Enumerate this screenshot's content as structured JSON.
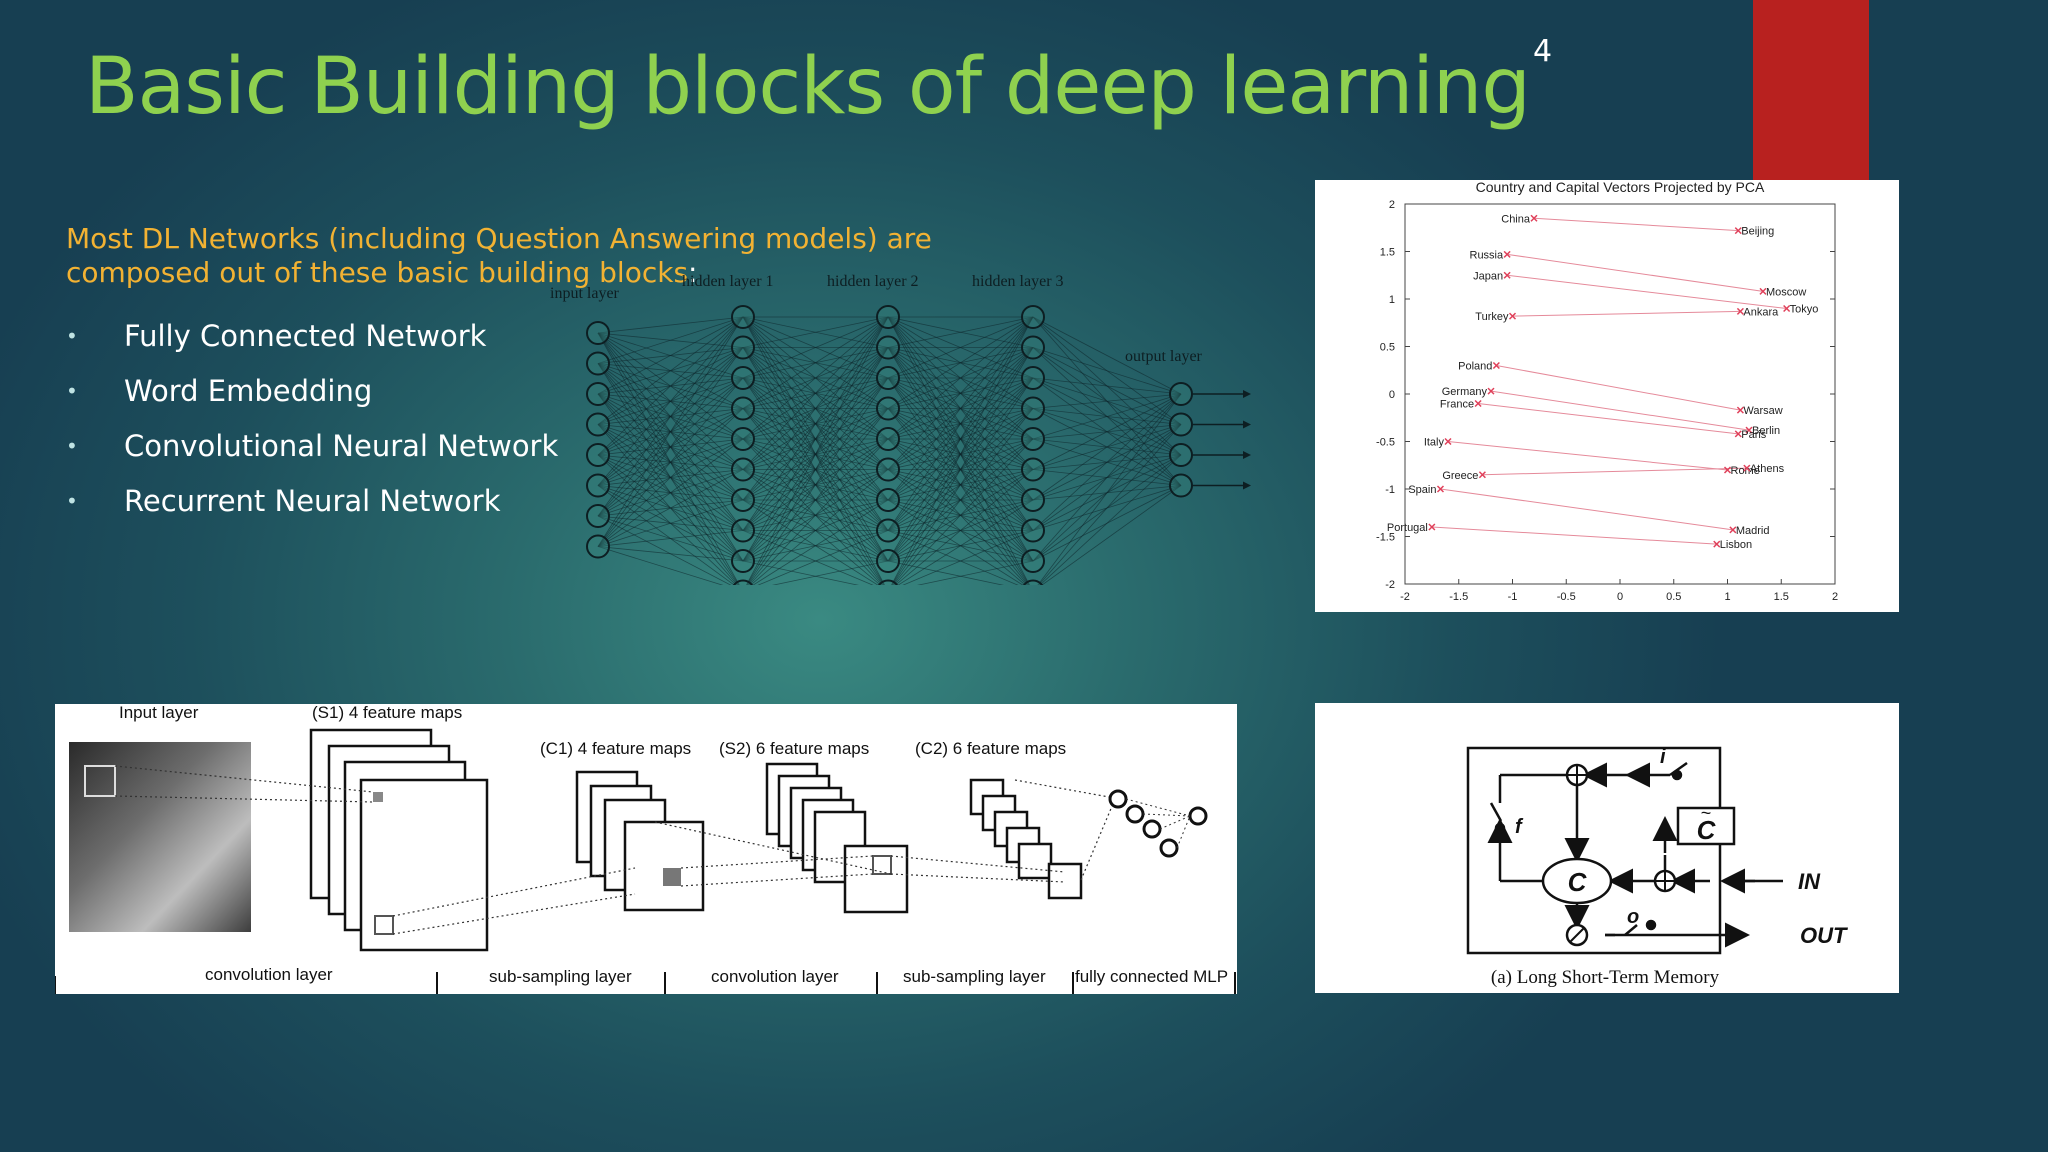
{
  "slide": {
    "title": "Basic Building blocks of deep learning",
    "page_number": "4",
    "intro_text": "Most DL Networks (including Question Answering models) are composed out of these basic building blocks",
    "intro_colon": ":",
    "bullets": [
      "Fully Connected Network",
      "Word Embedding",
      "Convolutional Neural Network",
      "Recurrent Neural Network"
    ]
  },
  "nn_diagram": {
    "input_label": "input layer",
    "hidden_labels": [
      "hidden layer 1",
      "hidden layer 2",
      "hidden layer 3"
    ],
    "output_label": "output layer"
  },
  "pca_chart": {
    "title": "Country and Capital Vectors Projected by PCA",
    "x_ticks": [
      "-2",
      "-1.5",
      "-1",
      "-0.5",
      "0",
      "0.5",
      "1",
      "1.5",
      "2"
    ],
    "y_ticks": [
      "2",
      "1.5",
      "1",
      "0.5",
      "0",
      "-0.5",
      "-1",
      "-1.5",
      "-2"
    ],
    "marker_color": "#e0405a",
    "line_color": "#e58a9a"
  },
  "chart_data": {
    "type": "scatter",
    "title": "Country and Capital Vectors Projected by PCA",
    "xlim": [
      -2,
      2
    ],
    "ylim": [
      -2,
      2
    ],
    "grid": false,
    "points": [
      {
        "label": "China",
        "x": -0.8,
        "y": 1.85,
        "pair": "Beijing"
      },
      {
        "label": "Beijing",
        "x": 1.1,
        "y": 1.72
      },
      {
        "label": "Russia",
        "x": -1.05,
        "y": 1.47,
        "pair": "Moscow"
      },
      {
        "label": "Moscow",
        "x": 1.33,
        "y": 1.08
      },
      {
        "label": "Japan",
        "x": -1.05,
        "y": 1.25,
        "pair": "Tokyo"
      },
      {
        "label": "Tokyo",
        "x": 1.55,
        "y": 0.9
      },
      {
        "label": "Turkey",
        "x": -1.0,
        "y": 0.82,
        "pair": "Ankara"
      },
      {
        "label": "Ankara",
        "x": 1.12,
        "y": 0.87
      },
      {
        "label": "Poland",
        "x": -1.15,
        "y": 0.3,
        "pair": "Warsaw"
      },
      {
        "label": "Warsaw",
        "x": 1.12,
        "y": -0.17
      },
      {
        "label": "Germany",
        "x": -1.2,
        "y": 0.03,
        "pair": "Berlin"
      },
      {
        "label": "Berlin",
        "x": 1.2,
        "y": -0.38
      },
      {
        "label": "France",
        "x": -1.32,
        "y": -0.1,
        "pair": "Paris"
      },
      {
        "label": "Paris",
        "x": 1.1,
        "y": -0.42
      },
      {
        "label": "Italy",
        "x": -1.6,
        "y": -0.5,
        "pair": "Rome"
      },
      {
        "label": "Rome",
        "x": 1.0,
        "y": -0.8
      },
      {
        "label": "Greece",
        "x": -1.28,
        "y": -0.85,
        "pair": "Athens"
      },
      {
        "label": "Athens",
        "x": 1.18,
        "y": -0.78
      },
      {
        "label": "Spain",
        "x": -1.67,
        "y": -1.0,
        "pair": "Madrid"
      },
      {
        "label": "Madrid",
        "x": 1.05,
        "y": -1.43
      },
      {
        "label": "Portugal",
        "x": -1.75,
        "y": -1.4,
        "pair": "Lisbon"
      },
      {
        "label": "Lisbon",
        "x": 0.9,
        "y": -1.58
      }
    ]
  },
  "cnn_diagram": {
    "input_label": "Input layer",
    "s1_label": "(S1) 4 feature maps",
    "c1_label": "(C1) 4 feature maps",
    "s2_label": "(S2) 6 feature maps",
    "c2_label": "(C2) 6 feature maps",
    "bottom_labels": [
      "convolution layer",
      "sub-sampling layer",
      "convolution layer",
      "sub-sampling layer",
      "fully connected MLP"
    ]
  },
  "lstm_diagram": {
    "gate_i": "i",
    "gate_f": "f",
    "gate_o": "o",
    "cell": "C",
    "cell_tilde": "C",
    "in_label": "IN",
    "out_label": "OUT",
    "caption": "(a) Long Short-Term Memory"
  }
}
